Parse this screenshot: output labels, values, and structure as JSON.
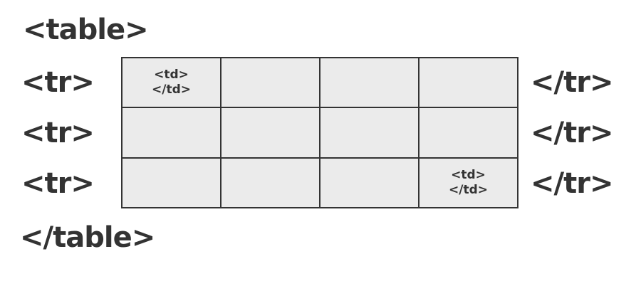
{
  "diagram": {
    "title_open_tag": "<table>",
    "title_close_tag": "</table>",
    "rows": [
      {
        "left_label": "<tr>",
        "right_label": "</tr>"
      },
      {
        "left_label": "<tr>",
        "right_label": "</tr>"
      },
      {
        "left_label": "<tr>",
        "right_label": "</tr>"
      }
    ],
    "grid": {
      "columns": 4,
      "rows": 3,
      "cells": [
        {
          "line1": "<td>",
          "line2": "</td>"
        },
        {
          "line1": "",
          "line2": ""
        },
        {
          "line1": "",
          "line2": ""
        },
        {
          "line1": "",
          "line2": ""
        },
        {
          "line1": "",
          "line2": ""
        },
        {
          "line1": "",
          "line2": ""
        },
        {
          "line1": "",
          "line2": ""
        },
        {
          "line1": "",
          "line2": ""
        },
        {
          "line1": "",
          "line2": ""
        },
        {
          "line1": "",
          "line2": ""
        },
        {
          "line1": "",
          "line2": ""
        },
        {
          "line1": "<td>",
          "line2": "</td>"
        }
      ]
    },
    "colors": {
      "text": "#333333",
      "cell_fill": "#ebebeb",
      "border": "#333333",
      "background": "#ffffff"
    }
  }
}
